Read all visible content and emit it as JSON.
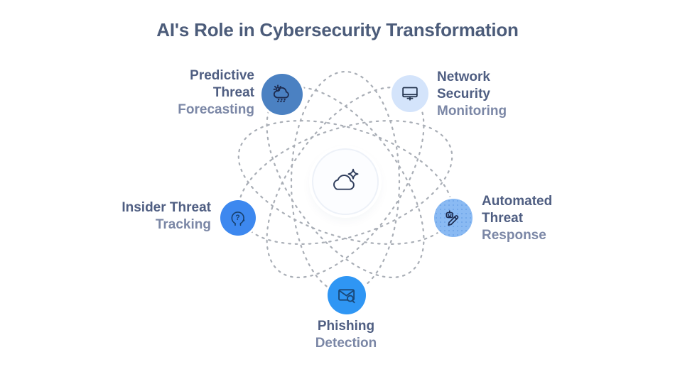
{
  "title": "AI's Role in Cybersecurity Transformation",
  "colors": {
    "background": "#ffffff",
    "title_text": "#4c5c7a",
    "label_primary": "#4f5e82",
    "label_secondary": "#7b87a6",
    "orbit_line": "#a9aeb6",
    "hub_fill": "#fcfdff",
    "node_predictive_fill": "#4b81c2",
    "node_network_fill": "#d4e4fb",
    "node_automated_fill": "#8abaf3",
    "node_phishing_fill": "#2f96f4",
    "node_insider_fill": "#3d88ef",
    "icon_stroke": "#1d2b4f"
  },
  "center": {
    "icon": "ai-cloud-sparkle-icon"
  },
  "nodes": [
    {
      "id": "predictive-threat-forecasting",
      "icon": "cloud-drizzle-sun-icon",
      "lines": [
        "Predictive",
        "Threat",
        "Forecasting"
      ]
    },
    {
      "id": "network-security-monitoring",
      "icon": "monitor-icon",
      "lines": [
        "Network",
        "Security",
        "Monitoring"
      ]
    },
    {
      "id": "automated-threat-response",
      "icon": "robot-pencil-icon",
      "lines": [
        "Automated",
        "Threat",
        "Response"
      ]
    },
    {
      "id": "phishing-detection",
      "icon": "mail-search-icon",
      "lines": [
        "Phishing",
        "Detection"
      ]
    },
    {
      "id": "insider-threat-tracking",
      "icon": "head-question-icon",
      "lines": [
        "Insider Threat",
        "Tracking"
      ]
    }
  ]
}
